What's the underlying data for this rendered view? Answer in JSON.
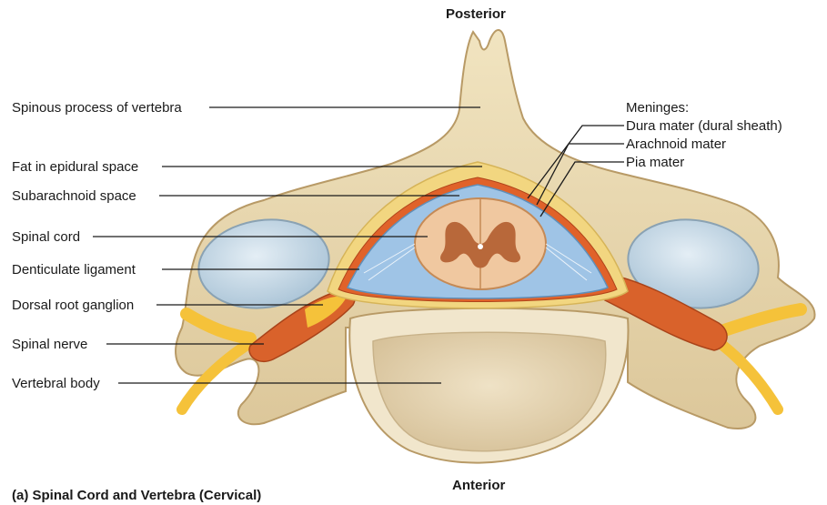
{
  "orientation": {
    "top": "Posterior",
    "bottom": "Anterior"
  },
  "caption": "(a) Spinal Cord and Vertebra (Cervical)",
  "labels_left": [
    "Spinous process of vertebra",
    "Fat in epidural space",
    "Subarachnoid space",
    "Spinal cord",
    "Denticulate ligament",
    "Dorsal root ganglion",
    "Spinal nerve",
    "Vertebral body"
  ],
  "meninges": {
    "heading": "Meninges:",
    "items": [
      "Dura mater (dural sheath)",
      "Arachnoid mater",
      "Pia mater"
    ]
  },
  "colors": {
    "bone": "#ecdcb3",
    "bone_outline": "#b89a66",
    "fat": "#f2d680",
    "dura": "#e0622a",
    "arachnoid_space": "#9fc4e6",
    "spinal_cord": "#f0c8a0",
    "grey_matter": "#b8683a",
    "nerve": "#f5c23a",
    "ganglion_sheath": "#d9622b",
    "foramen": "#c9dce8"
  }
}
